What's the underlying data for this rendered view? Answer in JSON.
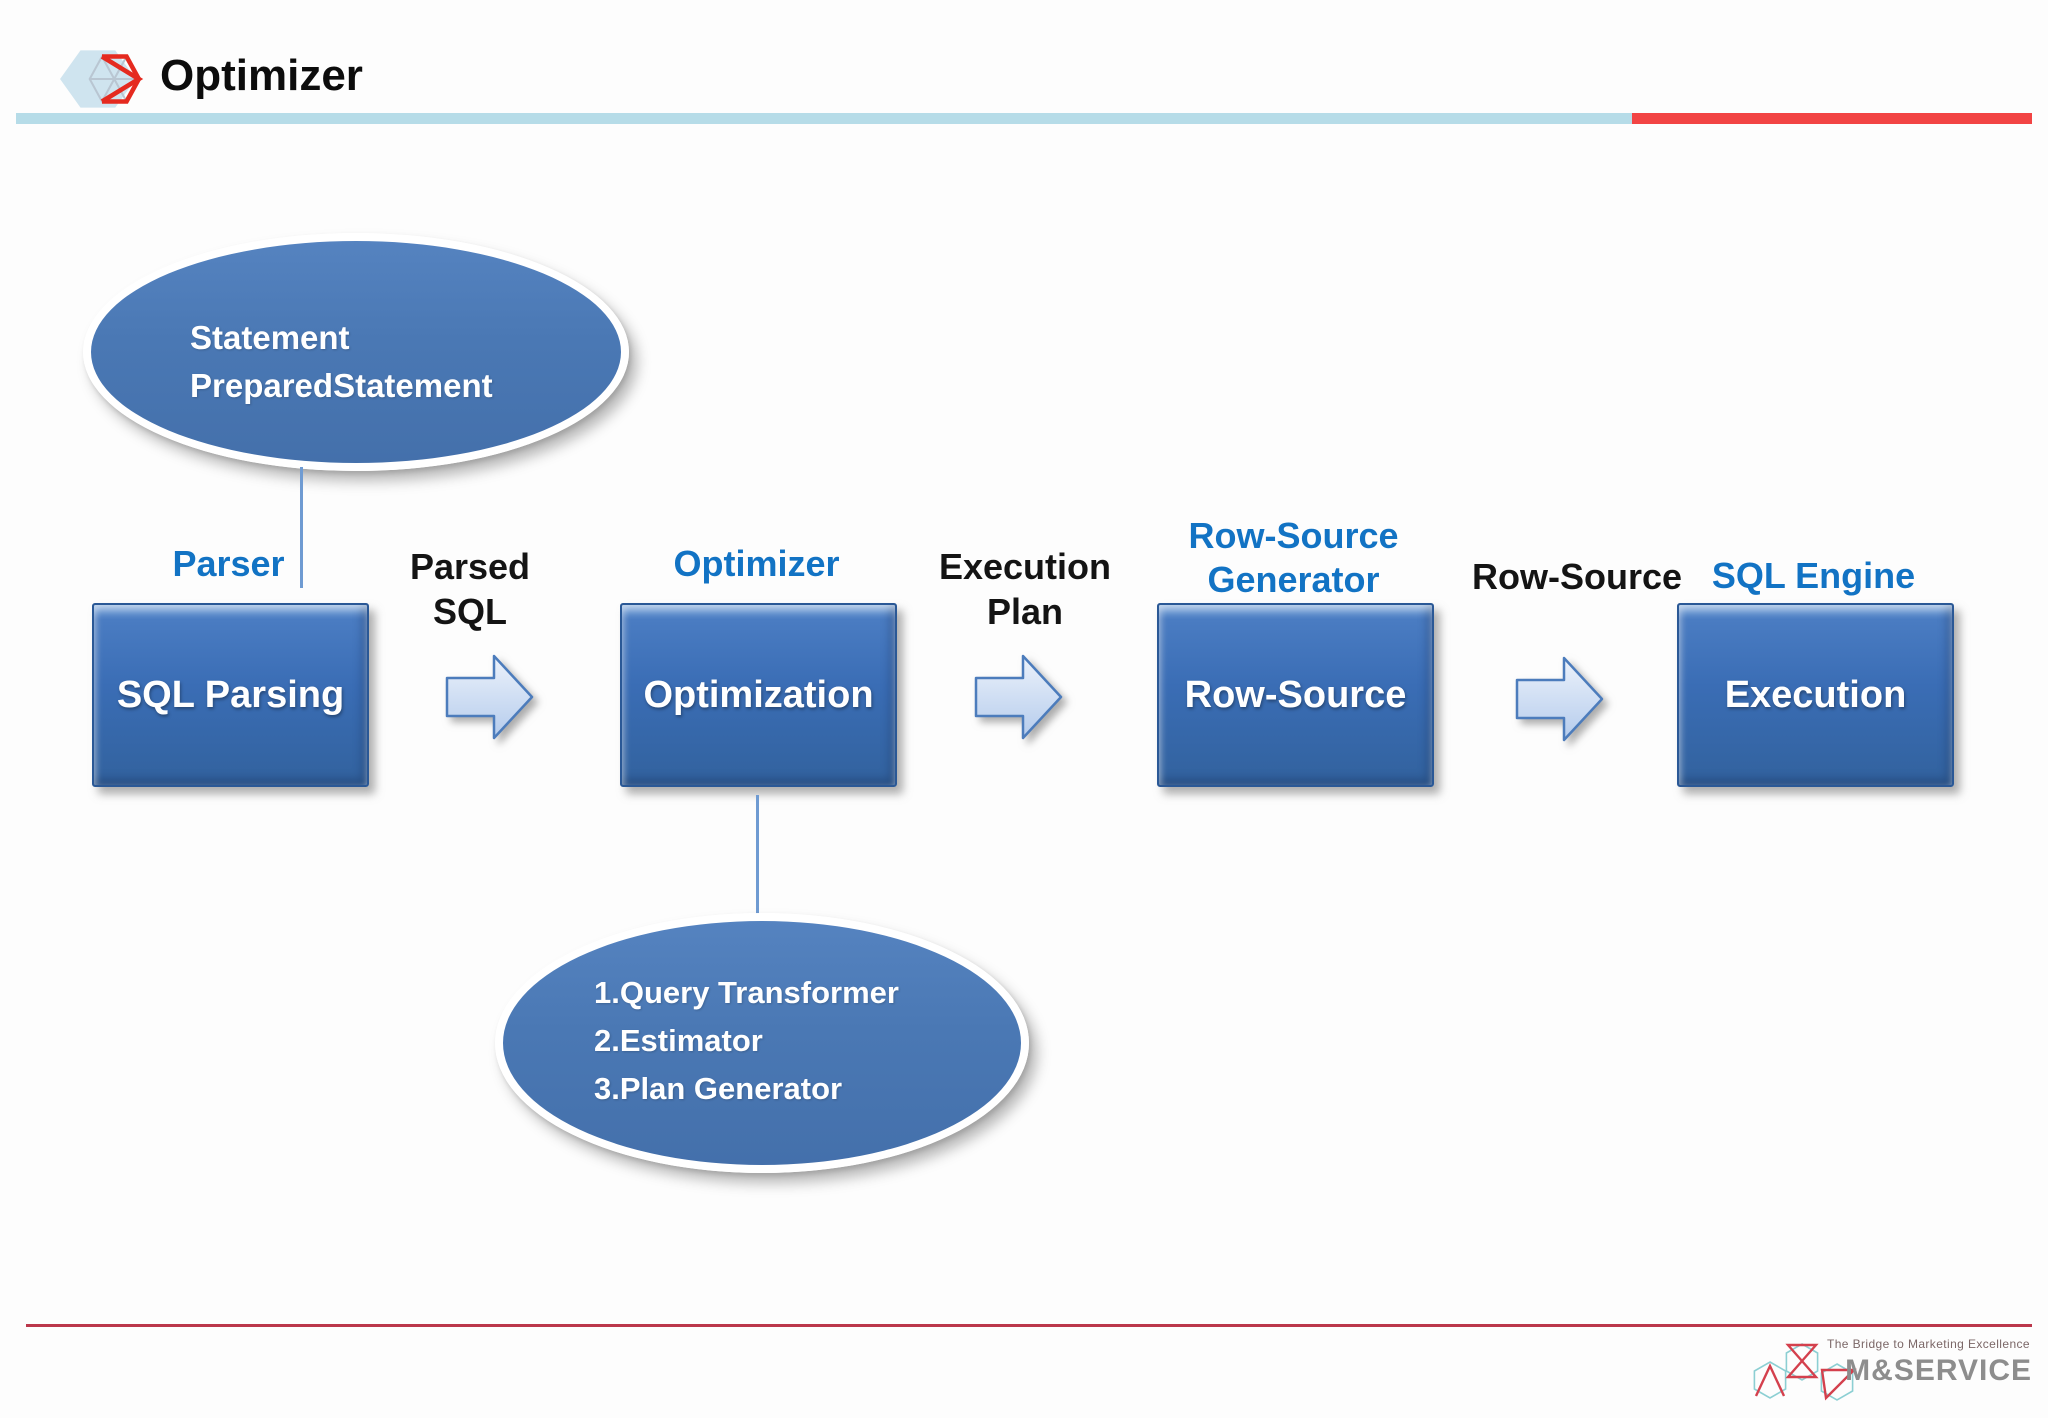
{
  "header": {
    "title": "Optimizer"
  },
  "diagram": {
    "stages": [
      {
        "label_lines": [
          "Parser"
        ],
        "box": "SQL Parsing"
      },
      {
        "label_lines": [
          "Optimizer"
        ],
        "box": "Optimization"
      },
      {
        "label_lines": [
          "Row-Source",
          "Generator"
        ],
        "box": "Row-Source"
      },
      {
        "label_lines": [
          "SQL Engine"
        ],
        "box": "Execution"
      }
    ],
    "connectors": [
      {
        "label_lines": [
          "Parsed",
          "SQL"
        ]
      },
      {
        "label_lines": [
          "Execution",
          "Plan"
        ]
      },
      {
        "label_lines": [
          "Row-Source"
        ]
      }
    ],
    "callouts": [
      {
        "lines": [
          "Statement",
          "PreparedStatement"
        ]
      },
      {
        "lines": [
          "1.Query Transformer",
          "2.Estimator",
          "3.Plan Generator"
        ]
      }
    ]
  },
  "footer": {
    "tagline": "The Bridge to Marketing Excellence",
    "brand": "M&SERVICE"
  },
  "colors": {
    "label_blue": "#1273c4",
    "box_blue": "#3a6db5",
    "ellipse_blue": "#4a78b4",
    "arrow_fill": "#c9d9f0",
    "header_rule_blue": "#b6dce8",
    "header_rule_red": "#f24444",
    "footer_rule_red": "#bb374b"
  }
}
